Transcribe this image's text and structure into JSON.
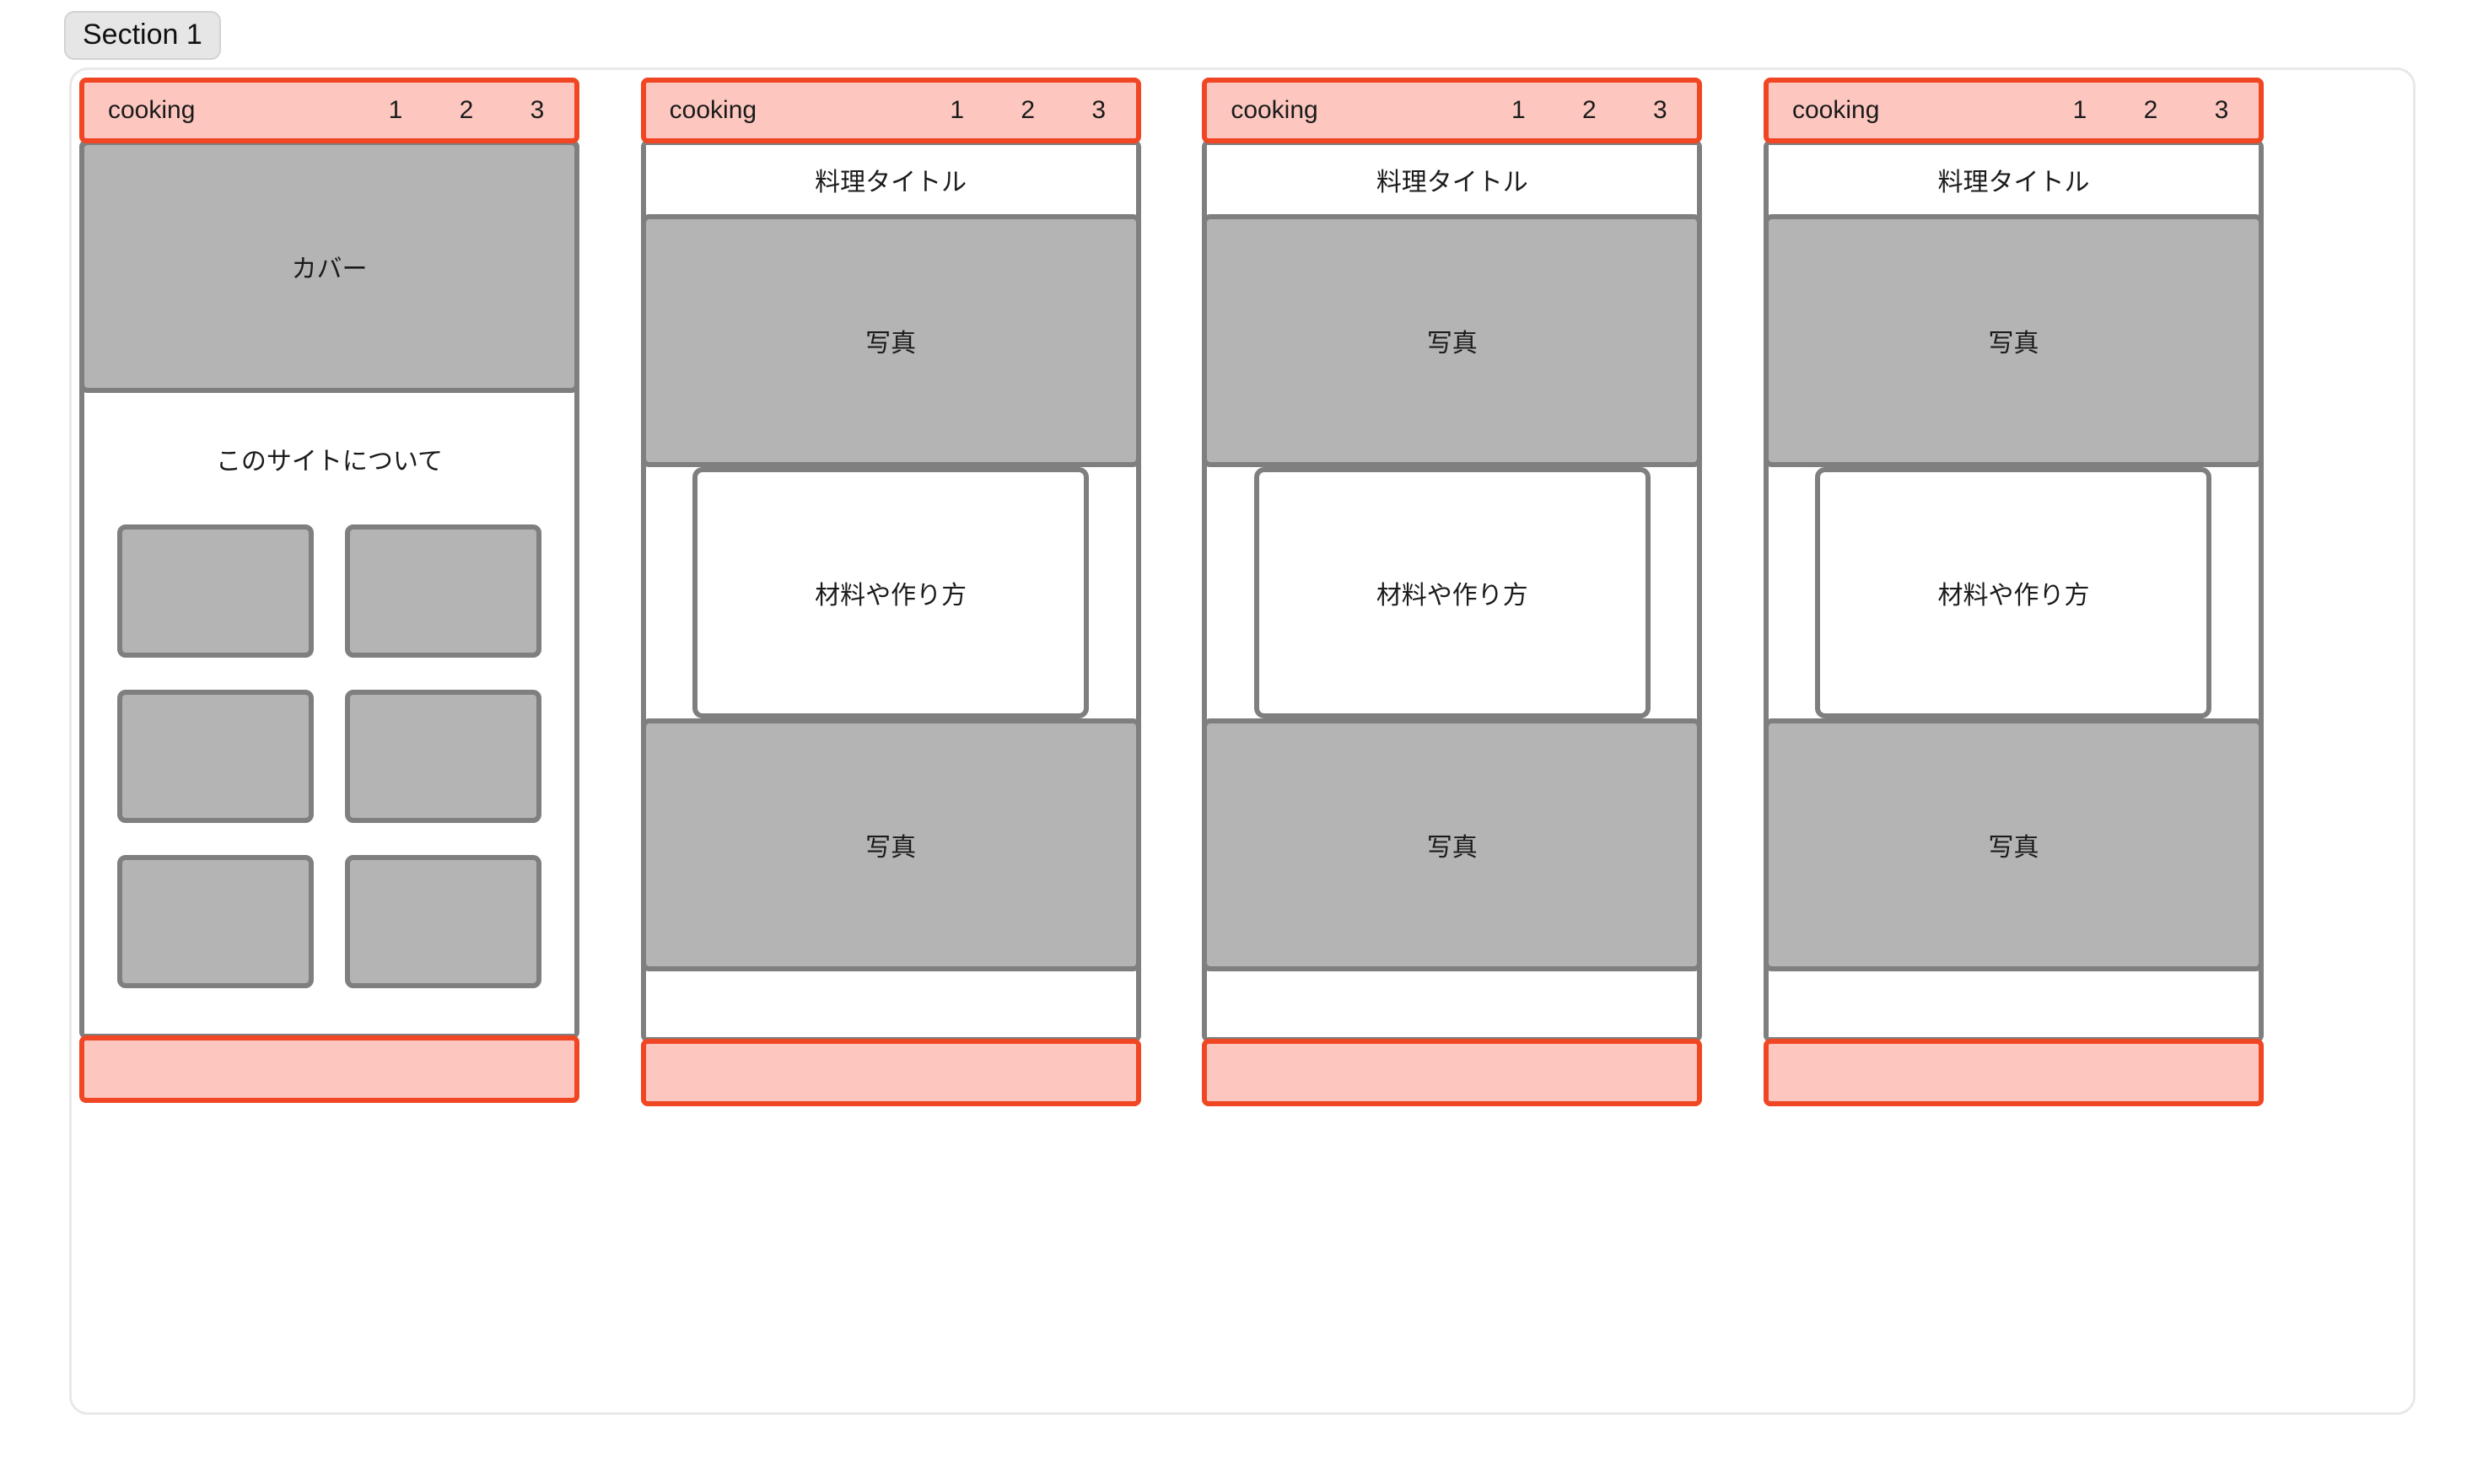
{
  "section": {
    "badge_label": "Section 1"
  },
  "colors": {
    "accent_border": "#f04623",
    "accent_fill": "#fdc7c0",
    "media_fill": "#b4b4b4",
    "media_border": "#7f7f7f",
    "frame_border": "#e8e8e8",
    "badge_fill": "#e6e6e6"
  },
  "common": {
    "brand": "cooking",
    "nav": [
      "1",
      "2",
      "3"
    ],
    "labels": {
      "cover": "カバー",
      "about_title": "このサイトについて",
      "dish_title": "料理タイトル",
      "photo": "写真",
      "recipe": "材料や作り方"
    }
  },
  "cards": [
    {
      "id": "card-home",
      "type": "home",
      "brand": "cooking",
      "nav": [
        "1",
        "2",
        "3"
      ],
      "cover_label": "カバー",
      "about_title": "このサイトについて",
      "thumbnail_count": 6,
      "footer_label": ""
    },
    {
      "id": "card-recipe-1",
      "type": "recipe",
      "brand": "cooking",
      "nav": [
        "1",
        "2",
        "3"
      ],
      "dish_title": "料理タイトル",
      "photo_top_label": "写真",
      "recipe_label": "材料や作り方",
      "photo_bottom_label": "写真",
      "footer_label": ""
    },
    {
      "id": "card-recipe-2",
      "type": "recipe",
      "brand": "cooking",
      "nav": [
        "1",
        "2",
        "3"
      ],
      "dish_title": "料理タイトル",
      "photo_top_label": "写真",
      "recipe_label": "材料や作り方",
      "photo_bottom_label": "写真",
      "footer_label": ""
    },
    {
      "id": "card-recipe-3",
      "type": "recipe",
      "brand": "cooking",
      "nav": [
        "1",
        "2",
        "3"
      ],
      "dish_title": "料理タイトル",
      "photo_top_label": "写真",
      "recipe_label": "材料や作り方",
      "photo_bottom_label": "写真",
      "footer_label": ""
    }
  ]
}
